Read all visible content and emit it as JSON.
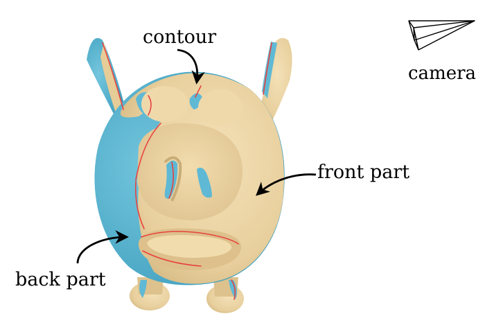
{
  "labels": {
    "contour": "contour",
    "camera": "camera",
    "front_part": "front part",
    "back_part": "back part"
  },
  "colors": {
    "front_part": "#eed8a9",
    "back_part": "#5fb9d4",
    "contour_line": "#e8413f",
    "arrow": "#000000"
  }
}
